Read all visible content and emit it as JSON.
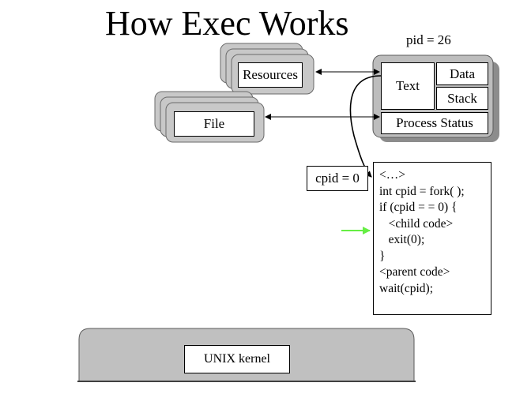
{
  "title": "How Exec Works",
  "process": {
    "pid_label": "pid = 26",
    "text_label": "Text",
    "data_label": "Data",
    "stack_label": "Stack",
    "status_label": "Process Status"
  },
  "resources": {
    "resources_label": "Resources",
    "file_label": "File"
  },
  "cpid_label": "cpid = 0",
  "code_lines": [
    "<…>",
    "int cpid = fork( );",
    "if (cpid = = 0)  {",
    "   <child code>",
    "   exit(0);",
    "}",
    "<parent code>",
    "wait(cpid);"
  ],
  "kernel_label": "UNIX kernel",
  "colors": {
    "shadow_fill": "#c8c8c8",
    "arrow_green": "#66ee44",
    "kernel_fill": "#c0c0c0"
  }
}
